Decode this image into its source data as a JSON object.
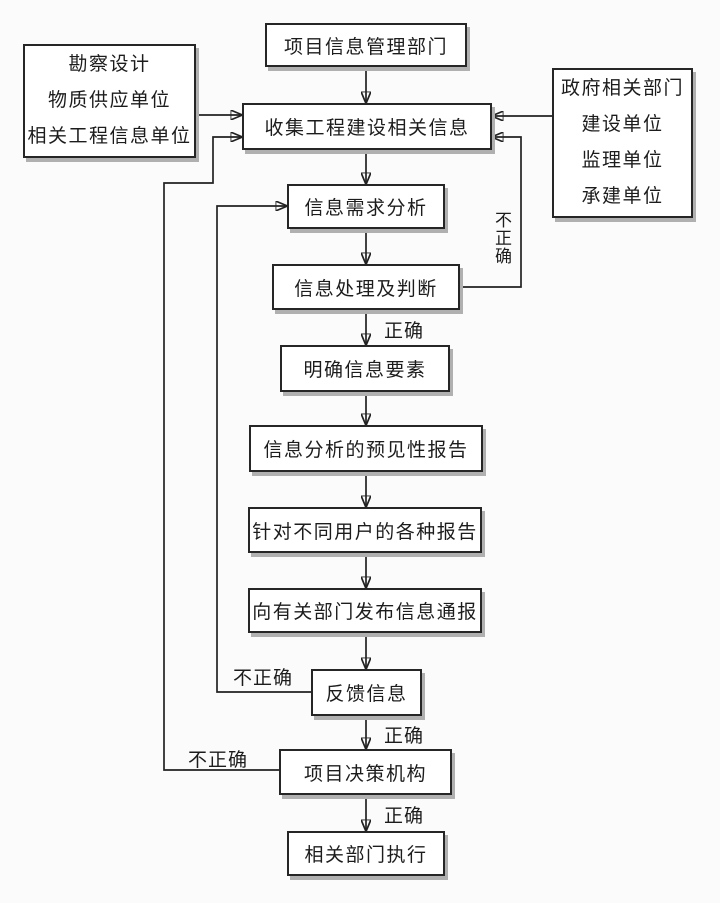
{
  "nodes": {
    "project_info_dept": {
      "label": "项目信息管理部门"
    },
    "collect": {
      "label": "收集工程建设相关信息"
    },
    "demand_analysis": {
      "label": "信息需求分析"
    },
    "processing_judgment": {
      "label": "信息处理及判断"
    },
    "clarify_elements": {
      "label": "明确信息要素"
    },
    "predictive_report": {
      "label": "信息分析的预见性报告"
    },
    "user_reports": {
      "label": "针对不同用户的各种报告"
    },
    "notify_departments": {
      "label": "向有关部门发布信息通报"
    },
    "feedback": {
      "label": "反馈信息"
    },
    "decision_body": {
      "label": "项目决策机构"
    },
    "execution": {
      "label": "相关部门执行"
    }
  },
  "sources": {
    "left": {
      "lines": [
        "勘察设计",
        "物质供应单位",
        "相关工程信息单位"
      ]
    },
    "right": {
      "lines": [
        "政府相关部门",
        "建设单位",
        "监理单位",
        "承建单位"
      ]
    }
  },
  "edge_labels": {
    "process_correct": "正确",
    "feedback_correct": "正确",
    "decision_correct": "正确",
    "process_incorrect": "不正确",
    "feedback_incorrect": "不正确",
    "decision_incorrect": "不正确"
  },
  "colors": {
    "line": "#222222",
    "box_border": "#262626",
    "box_bg": "#ffffff",
    "shadow": "#b0b0b0",
    "page_bg": "#fbfbfb",
    "text": "#1c1c1c"
  }
}
